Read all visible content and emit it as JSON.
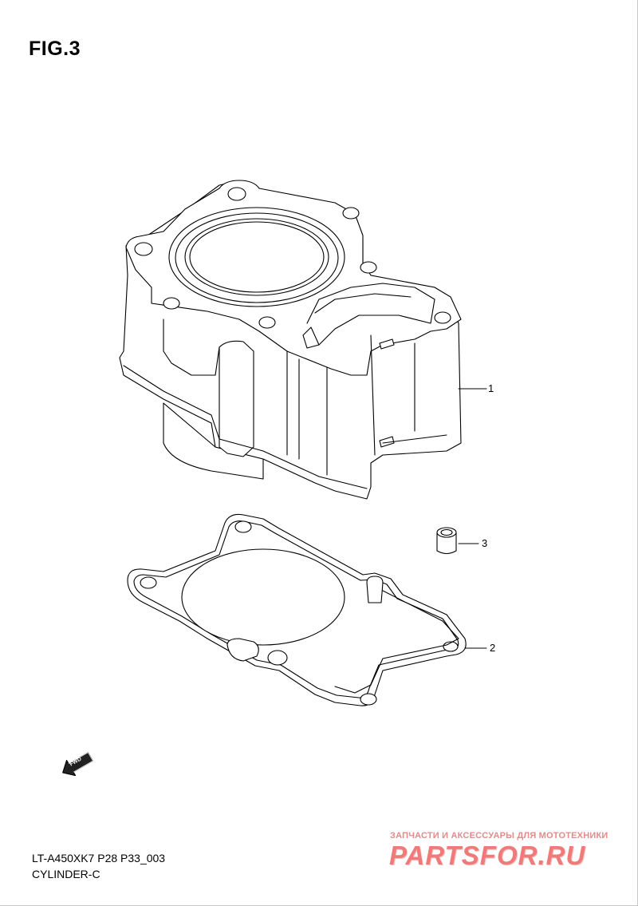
{
  "figure": {
    "title": "FIG.3"
  },
  "callouts": [
    {
      "number": "1",
      "part": "cylinder"
    },
    {
      "number": "3",
      "part": "dowel-pin"
    },
    {
      "number": "2",
      "part": "cylinder-base-gasket"
    }
  ],
  "fwd_arrow": {
    "label": "FWD"
  },
  "footer": {
    "code": "LT-A450XK7 P28 P33_003",
    "name": "CYLINDER-C"
  },
  "watermark": {
    "line1": "ЗАПЧАСТИ И АКСЕССУАРЫ ДЛЯ МОТОТЕХНИКИ",
    "line2": "PARTSFOR.RU"
  }
}
